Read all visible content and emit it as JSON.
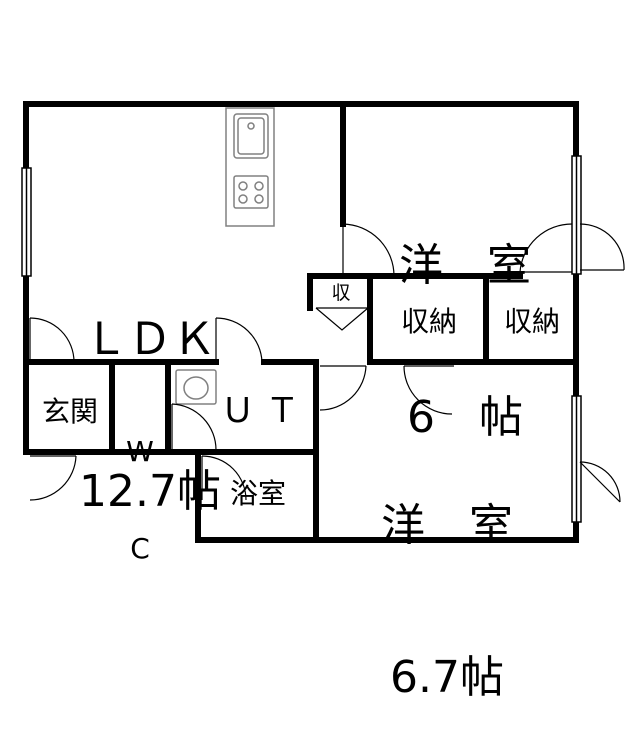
{
  "rooms": {
    "ldk": {
      "line1": "ＬＤＫ",
      "line2": "12.7帖"
    },
    "western_room_1": {
      "line1": "洋　室",
      "line2": "6　帖"
    },
    "western_room_2": {
      "line1": "洋　室",
      "line2": "6.7帖"
    },
    "storage_small": "収",
    "storage_1": "収納",
    "storage_2": "収納",
    "entrance": "玄関",
    "wc_line1": "W",
    "wc_line2": "C",
    "utility": "Ｕ Ｔ",
    "bathroom": "浴室"
  },
  "colors": {
    "wall": "#000000",
    "fixture": "#808080",
    "background": "#ffffff"
  },
  "icons": [
    "kitchen-sink-icon",
    "gas-stove-icon",
    "toilet-icon",
    "door-swing-icon",
    "window-icon"
  ]
}
